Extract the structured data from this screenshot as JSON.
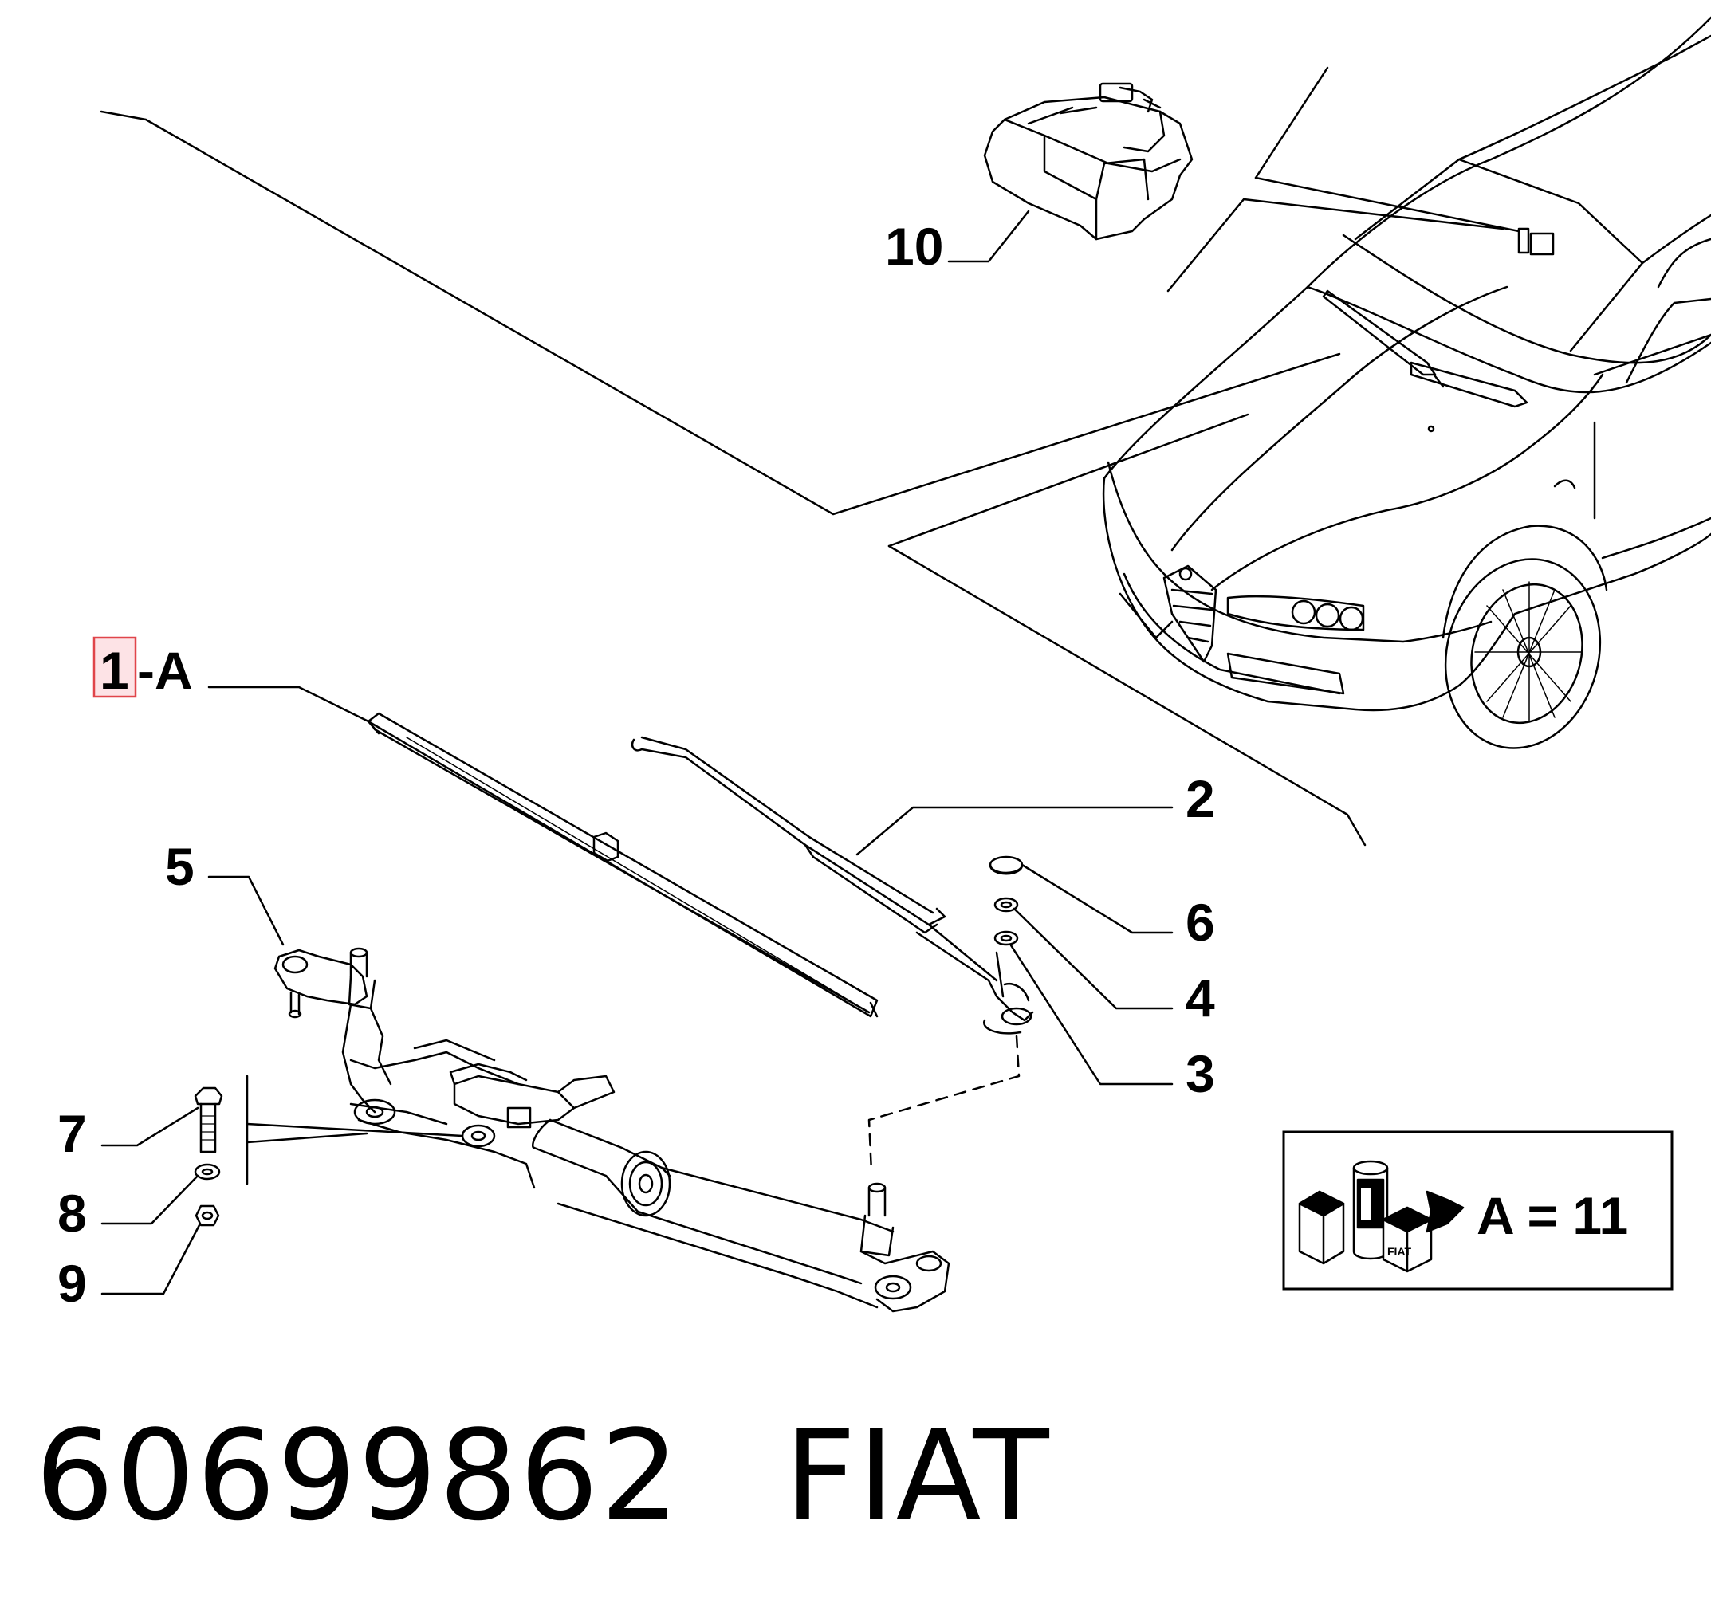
{
  "callouts": {
    "item_1": "1",
    "item_1_suffix": "-A",
    "item_2": "2",
    "item_3": "3",
    "item_4": "4",
    "item_5": "5",
    "item_6": "6",
    "item_7": "7",
    "item_8": "8",
    "item_9": "9",
    "item_10": "10"
  },
  "legend": {
    "text": "A = 11",
    "kit_label": "FIAT"
  },
  "footer": {
    "part_number": "60699862",
    "brand": "FIAT"
  },
  "colors": {
    "line": "#000000",
    "highlight_border": "#e0454a",
    "highlight_fill": "#fde3e6"
  }
}
